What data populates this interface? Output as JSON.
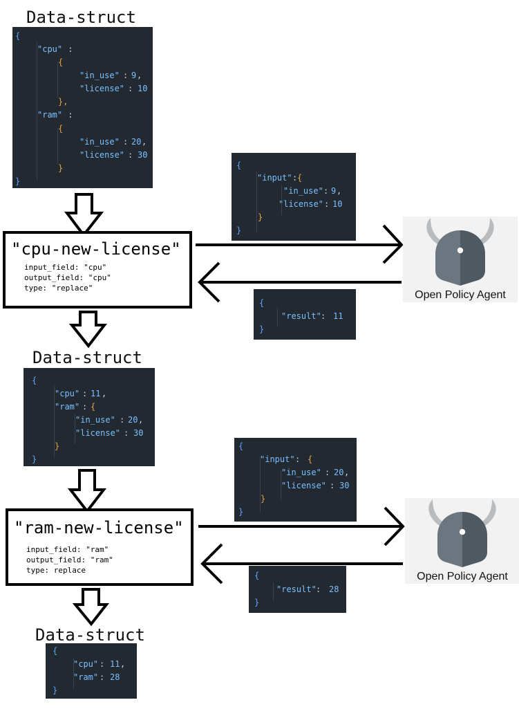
{
  "block1": {
    "title": "Data-struct",
    "brace_open": "{",
    "cpu_key": "\"cpu\"",
    "cpu_sep": " :",
    "cpu_open": "{",
    "cpu_in_use_key": "\"in_use\"",
    "cpu_in_use_val": "9",
    "cpu_license_key": "\"license\"",
    "cpu_license_val": "10",
    "cpu_close": "},",
    "ram_key": "\"ram\"",
    "ram_sep": " :",
    "ram_open": "{",
    "ram_in_use_key": "\"in_use\"",
    "ram_in_use_val": "20",
    "ram_license_key": "\"license\"",
    "ram_license_val": "30",
    "ram_close": "}",
    "brace_close": "}"
  },
  "stage1": {
    "name": "\"cpu-new-license\"",
    "input_field": "input_field: \"cpu\"",
    "output_field": "output_field: \"cpu\"",
    "type": "type: \"replace\""
  },
  "request1": {
    "brace_open": "{",
    "input_key": "\"input\"",
    "inner_open": "{",
    "in_use_key": "\"in_use\"",
    "in_use_val": "9",
    "license_key": "\"license\"",
    "license_val": "10",
    "inner_close": "}",
    "brace_close": "}"
  },
  "response1": {
    "brace_open": "{",
    "result_key": "\"result\"",
    "result_val": "11",
    "brace_close": "}"
  },
  "opa1": {
    "label": "Open Policy Agent",
    "icon": "opa-viking-helmet-icon"
  },
  "block2": {
    "title": "Data-struct",
    "brace_open": "{",
    "cpu_key": "\"cpu\"",
    "cpu_val": "11",
    "ram_key": "\"ram\"",
    "ram_open": "{",
    "ram_in_use_key": "\"in_use\"",
    "ram_in_use_val": "20",
    "ram_license_key": "\"license\"",
    "ram_license_val": "30",
    "ram_close": "}",
    "brace_close": "}"
  },
  "stage2": {
    "name": "\"ram-new-license\"",
    "input_field": "input_field: \"ram\"",
    "output_field": "output_field: \"ram\"",
    "type": "type: replace"
  },
  "request2": {
    "brace_open": "{",
    "input_key": "\"input\"",
    "inner_open": "{",
    "in_use_key": "\"in_use\"",
    "in_use_val": "20",
    "license_key": "\"license\"",
    "license_val": "30",
    "inner_close": "}",
    "brace_close": "}"
  },
  "response2": {
    "brace_open": "{",
    "result_key": "\"result\"",
    "result_val": "28",
    "brace_close": "}"
  },
  "opa2": {
    "label": "Open Policy Agent",
    "icon": "opa-viking-helmet-icon"
  },
  "block3": {
    "title": "Data-struct",
    "brace_open": "{",
    "cpu_key": "\"cpu\"",
    "cpu_val": "11",
    "ram_key": "\"ram\"",
    "ram_val": "28",
    "brace_close": "}"
  },
  "colors": {
    "code_bg": "#232931",
    "brace": "#58a6ff",
    "key": "#79c0ff",
    "nested_brace": "#e5a34a",
    "helmet": "#6b7680",
    "horns": "#b9bcbe"
  }
}
